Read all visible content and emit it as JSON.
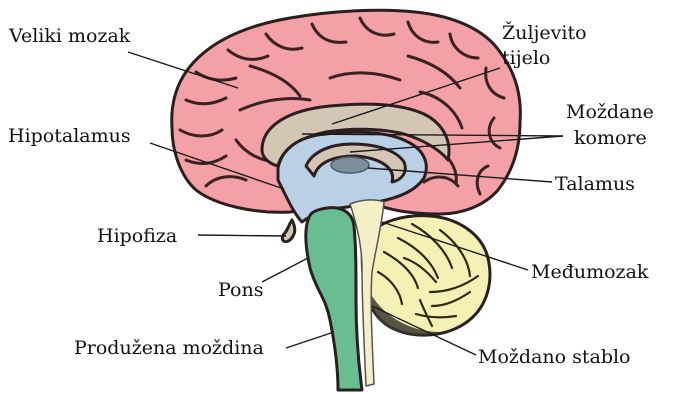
{
  "labels": {
    "veliki_mozak": "Veliki mozak",
    "zuljevito_line1": "Žuljevito",
    "zuljevito_line2": "tijelo",
    "mozdane_line1": "Moždane",
    "mozdane_line2": "komore",
    "hipotalamus": "Hipotalamus",
    "talamus": "Talamus",
    "hipofiza": "Hipofiza",
    "medjumozak": "Međumozak",
    "pons": "Pons",
    "produzena_mozdina": "Produžena moždina",
    "mozdano_stablo": "Moždano stablo"
  },
  "colors": {
    "cerebrum": "#f3a1a6",
    "corpus_callosum": "#d3c6b4",
    "ventricles": "#b9d0e6",
    "thalamus": "#7d8e9e",
    "cerebellum": "#f5f0b4",
    "brainstem": "#69be91",
    "outline": "#2a1e1e"
  }
}
